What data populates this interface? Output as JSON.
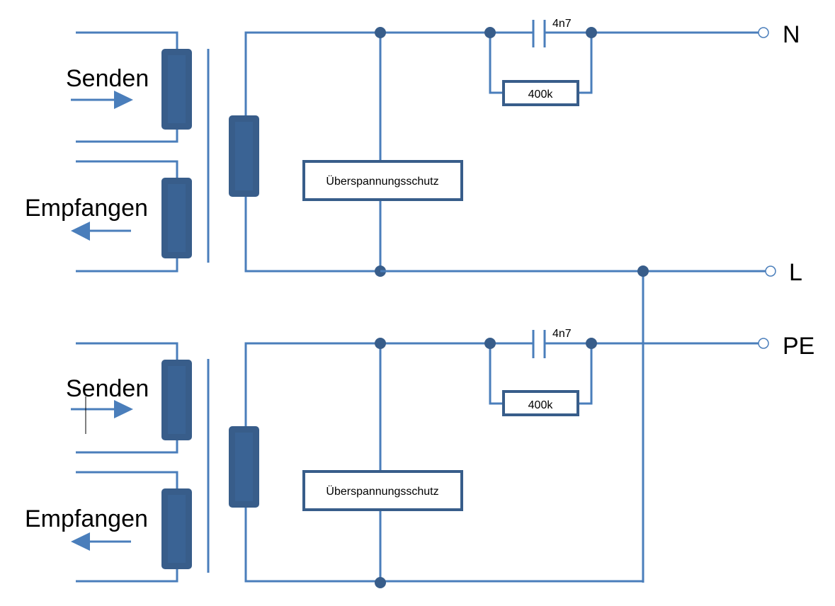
{
  "diagram": {
    "colors": {
      "wire": "#4a7ebb",
      "component": "#385d8a",
      "text": "#000000",
      "background": "#ffffff"
    },
    "terminals": [
      {
        "id": "N",
        "label": "N"
      },
      {
        "id": "L",
        "label": "L"
      },
      {
        "id": "PE",
        "label": "PE"
      }
    ],
    "top_circuit": {
      "send_label": "Senden",
      "receive_label": "Empfangen",
      "surge_protector_label": "Überspannungsschutz",
      "capacitor_label": "4n7",
      "resistor_label": "400k"
    },
    "bottom_circuit": {
      "send_label": "Senden",
      "receive_label": "Empfangen",
      "surge_protector_label": "Überspannungsschutz",
      "capacitor_label": "4n7",
      "resistor_label": "400k"
    },
    "cursor": "text-cursor"
  }
}
